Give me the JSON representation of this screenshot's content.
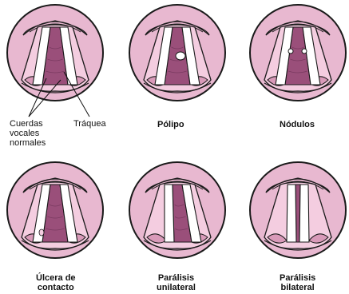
{
  "panels": [
    {
      "id": "normal",
      "label_lines": [],
      "lesion": "none"
    },
    {
      "id": "polyp",
      "label_lines": [
        "Pólipo"
      ],
      "lesion": "polyp"
    },
    {
      "id": "nodules",
      "label_lines": [
        "Nódulos"
      ],
      "lesion": "nodules"
    },
    {
      "id": "ulcer",
      "label_lines": [
        "Úlcera de",
        "contacto"
      ],
      "lesion": "ulcer"
    },
    {
      "id": "unilateral",
      "label_lines": [
        "Parálisis",
        "unilateral"
      ],
      "lesion": "unilateral"
    },
    {
      "id": "bilateral",
      "label_lines": [
        "Parálisis",
        "bilateral"
      ],
      "lesion": "bilateral"
    }
  ],
  "annotations": {
    "vocal_cords_lines": [
      "Cuerdas",
      "vocales",
      "normales"
    ],
    "trachea": "Tráquea"
  },
  "colors": {
    "disc": "#e8b8d0",
    "rim": "#1a1a1a",
    "inner_tissue": "#f4cde0",
    "glottis": "#9a4f7a",
    "cord": "#ffffff"
  }
}
